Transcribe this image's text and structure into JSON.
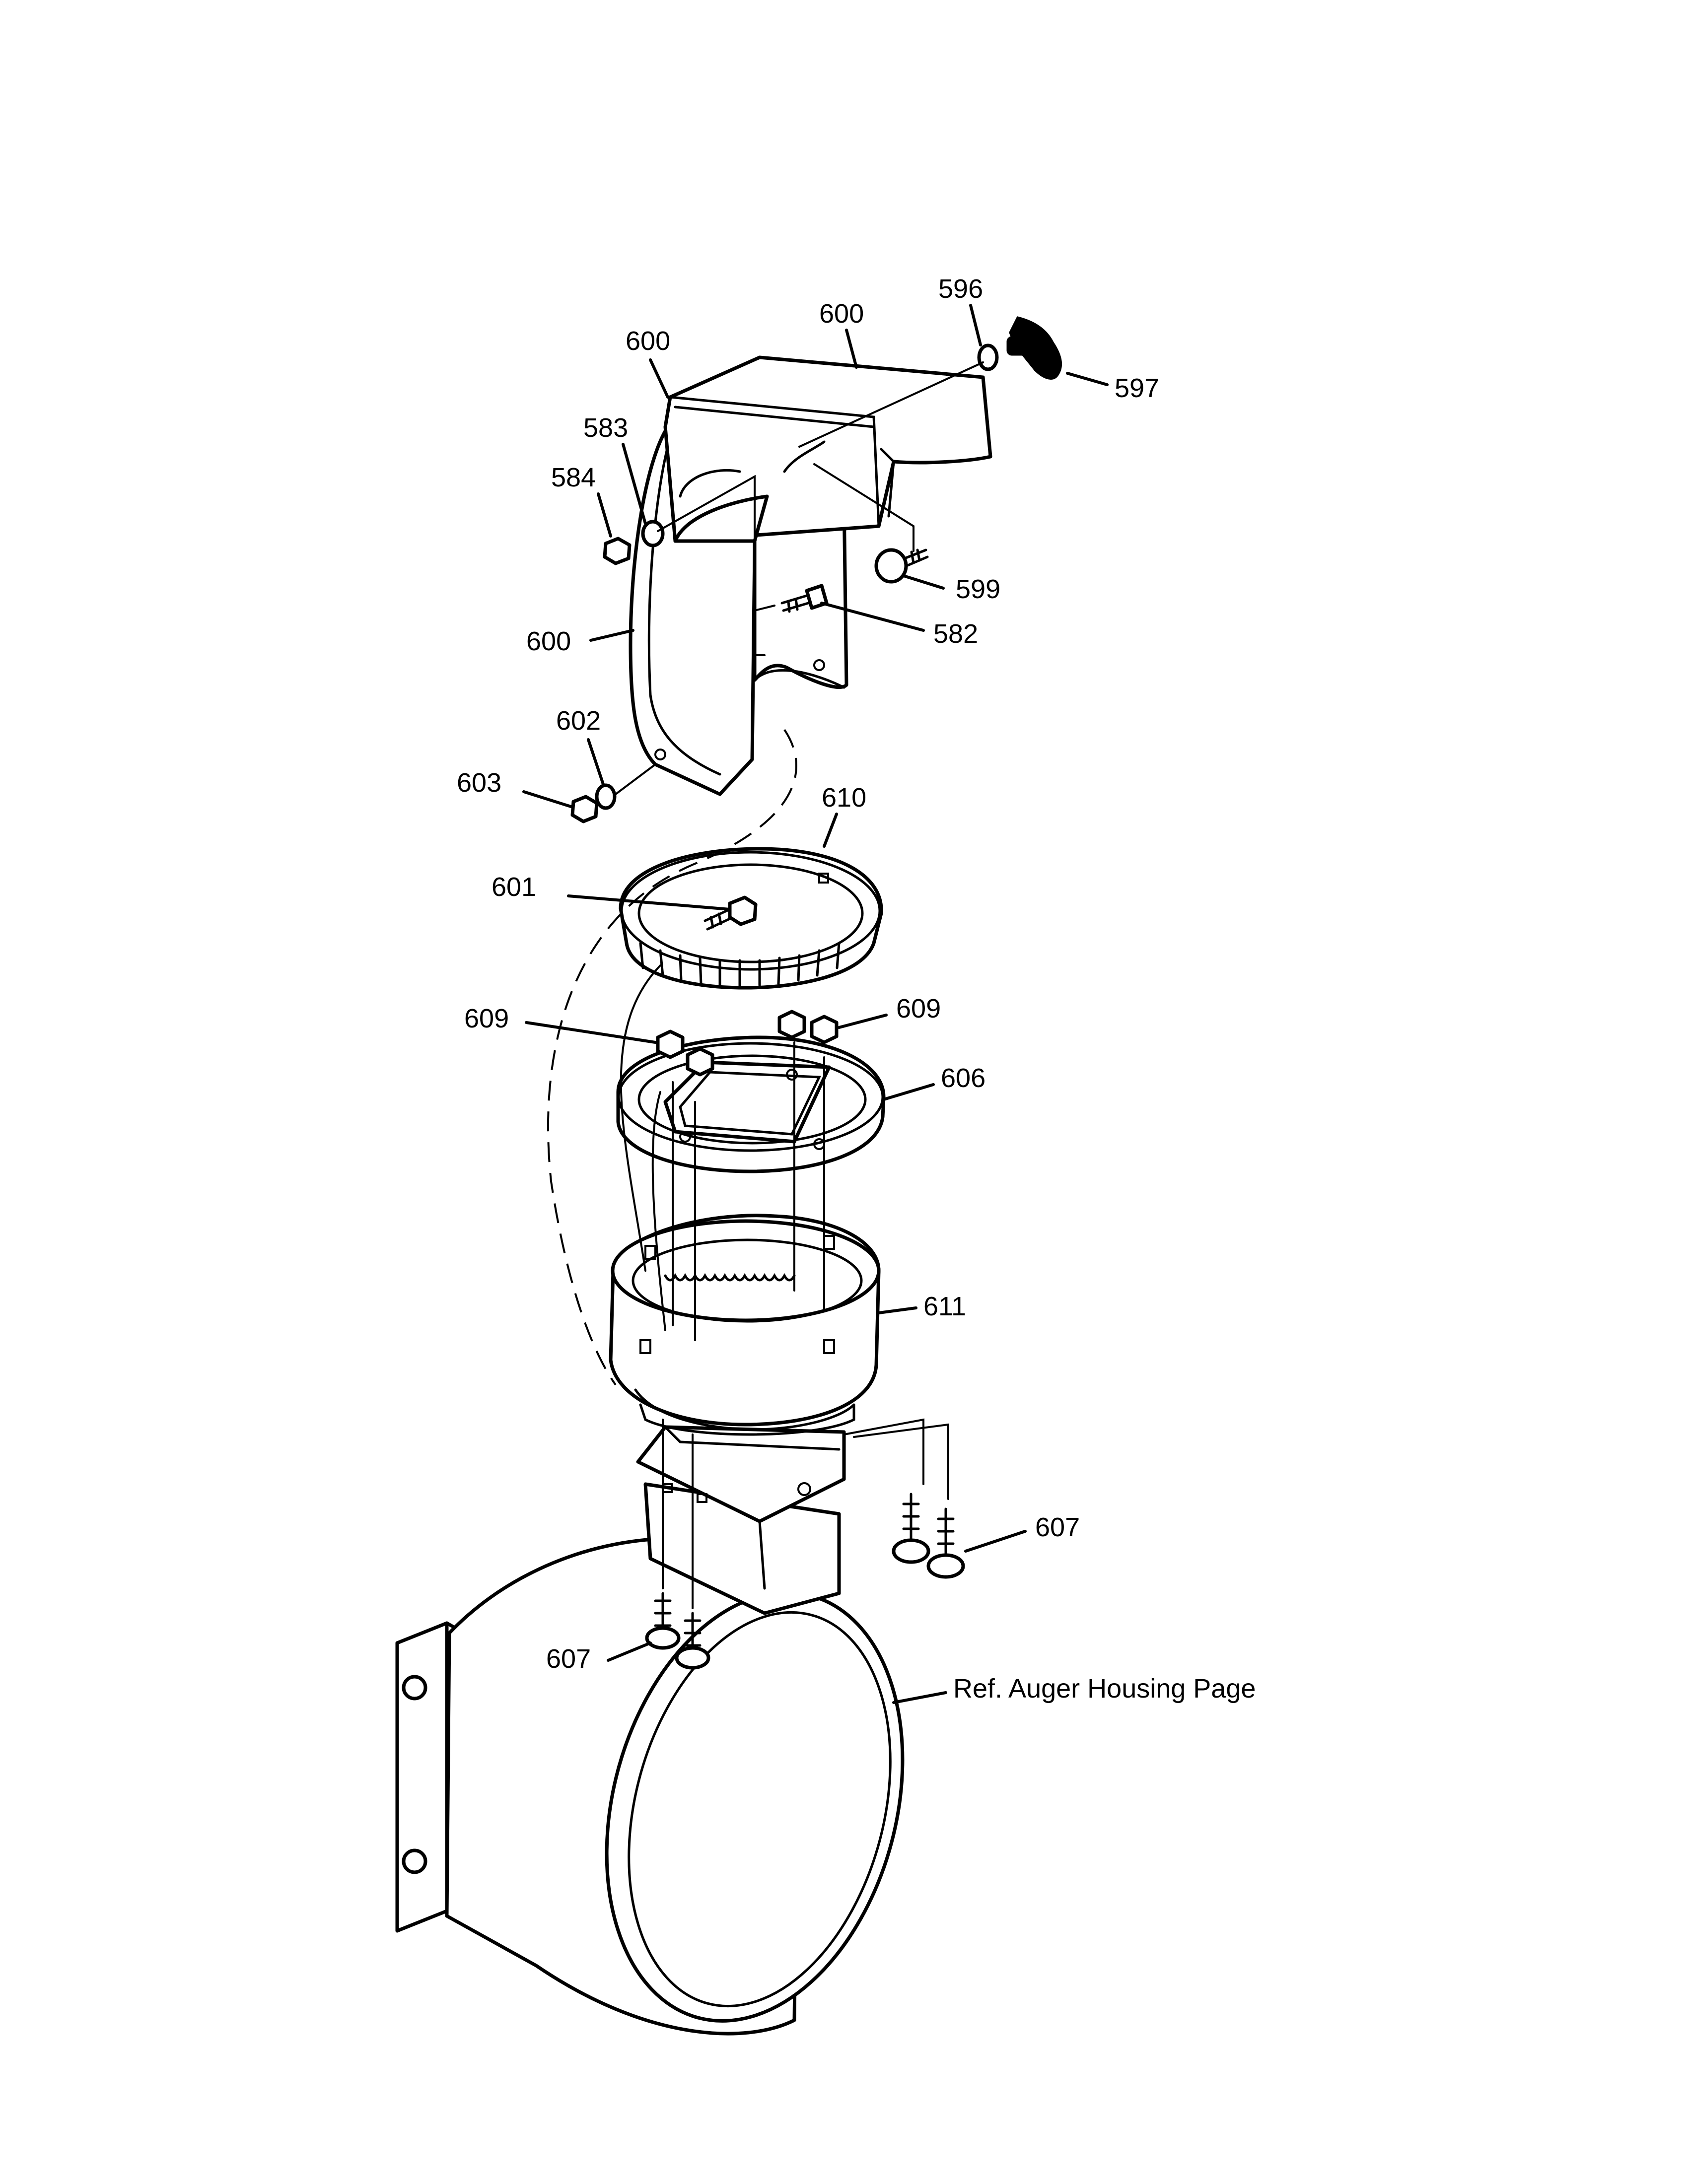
{
  "labels": {
    "l596": "596",
    "l600a": "600",
    "l600b": "600",
    "l597": "597",
    "l583": "583",
    "l584": "584",
    "l599": "599",
    "l582": "582",
    "l600c": "600",
    "l602": "602",
    "l603": "603",
    "l610": "610",
    "l601": "601",
    "l609a": "609",
    "l609b": "609",
    "l606": "606",
    "l611": "611",
    "l607a": "607",
    "l607b": "607",
    "ref": "Ref. Auger Housing Page"
  }
}
